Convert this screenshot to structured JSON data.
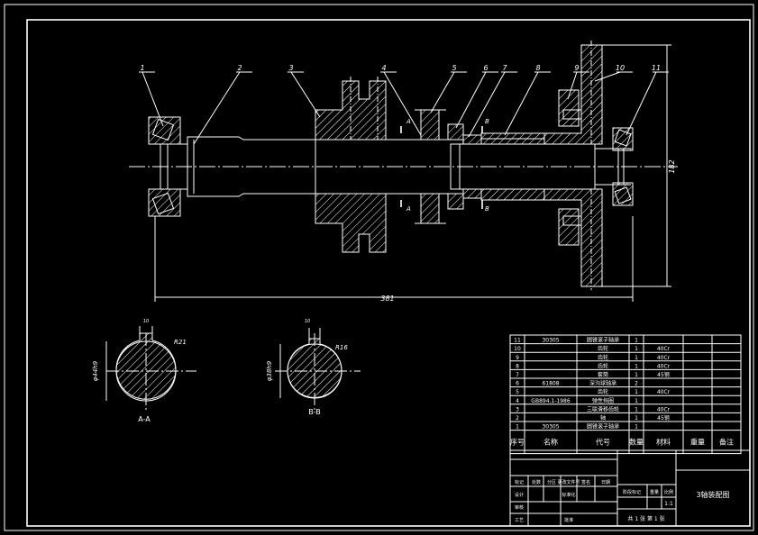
{
  "balloons": [
    "1",
    "2",
    "3",
    "4",
    "5",
    "6",
    "7",
    "8",
    "9",
    "10",
    "11"
  ],
  "dims": {
    "overall_length": "381",
    "flange_height": "182",
    "aa_major": "φ44h9",
    "aa_radius": "R21",
    "aa_top": "10",
    "bb_major": "φ38h9",
    "bb_radius": "R16",
    "bb_top": "10"
  },
  "section_marks": {
    "a": "A",
    "b": "B",
    "aa_label": "A-A",
    "bb_label": "B-B"
  },
  "bom": {
    "rows": [
      {
        "no": "11",
        "code": "30305",
        "name": "圆锥滚子轴承",
        "qty": "1",
        "mat": "",
        "weight": "",
        "note": ""
      },
      {
        "no": "10",
        "code": "",
        "name": "齿轮",
        "qty": "1",
        "mat": "40Cr",
        "weight": "",
        "note": ""
      },
      {
        "no": "9",
        "code": "",
        "name": "齿轮",
        "qty": "1",
        "mat": "40Cr",
        "weight": "",
        "note": ""
      },
      {
        "no": "8",
        "code": "",
        "name": "齿轮",
        "qty": "1",
        "mat": "40Cr",
        "weight": "",
        "note": ""
      },
      {
        "no": "7",
        "code": "",
        "name": "套筒",
        "qty": "1",
        "mat": "45钢",
        "weight": "",
        "note": ""
      },
      {
        "no": "6",
        "code": "61808",
        "name": "深沟球轴承",
        "qty": "2",
        "mat": "",
        "weight": "",
        "note": ""
      },
      {
        "no": "5",
        "code": "",
        "name": "齿轮",
        "qty": "1",
        "mat": "40Cr",
        "weight": "",
        "note": ""
      },
      {
        "no": "4",
        "code": "GB894.1-1986",
        "name": "弹性挡圈",
        "qty": "1",
        "mat": "",
        "weight": "",
        "note": ""
      },
      {
        "no": "3",
        "code": "",
        "name": "三联滑移齿轮",
        "qty": "1",
        "mat": "40Cr",
        "weight": "",
        "note": ""
      },
      {
        "no": "2",
        "code": "",
        "name": "轴",
        "qty": "1",
        "mat": "45钢",
        "weight": "",
        "note": ""
      },
      {
        "no": "1",
        "code": "30305",
        "name": "圆锥滚子轴承",
        "qty": "1",
        "mat": "",
        "weight": "",
        "note": ""
      }
    ],
    "header": {
      "no": "序号",
      "code": "代号",
      "name": "名称",
      "qty": "数量",
      "mat": "材料",
      "weight": "重量",
      "note": "备注"
    }
  },
  "title_block": {
    "title": "3轴装配图",
    "sign_row": [
      "标记",
      "处数",
      "分区",
      "更改文件号",
      "签名",
      "日期"
    ],
    "roles": [
      "设计",
      "审核",
      "工艺"
    ],
    "std": "标准化",
    "approve": "批准",
    "stage_label": "阶段标记",
    "weight_label": "重量",
    "scale_label": "比例",
    "scale_value": "1:1",
    "sheets": "共 1 张  第 1 张"
  }
}
